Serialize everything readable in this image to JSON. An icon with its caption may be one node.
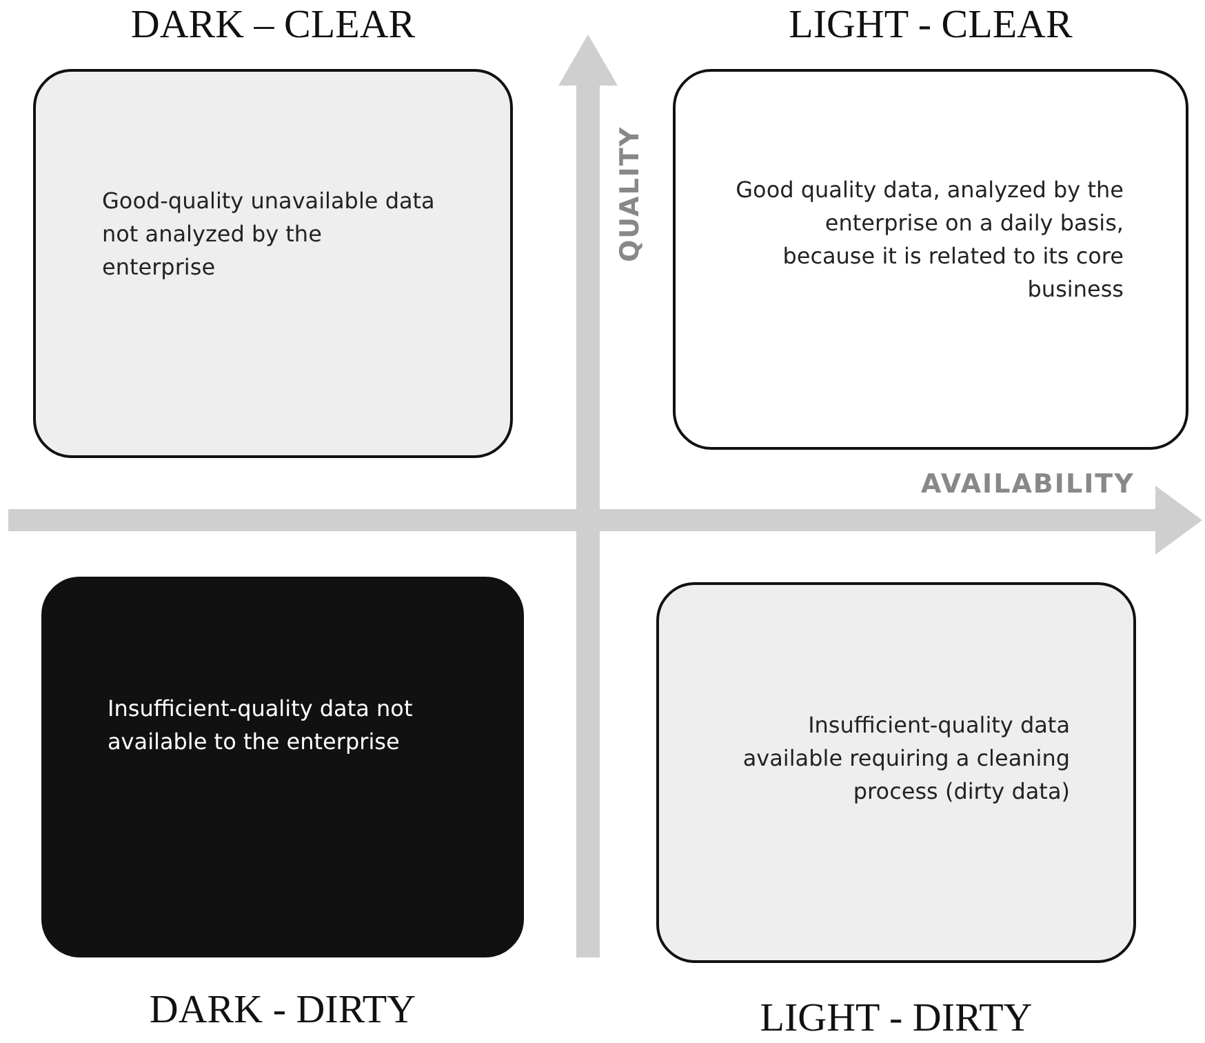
{
  "diagram": {
    "nodes": [
      {
        "text": [
          "DARK – CLEAR",
          "Good-quality unavailable data not analyzed by the enterprise"
        ]
      },
      {
        "text": [
          "LIGHT - CLEAR",
          "Good quality data, analyzed by the enterprise on a daily basis, because it is related to its core business"
        ]
      },
      {
        "text": [
          "Insufficient-quality data not available to the enterprise",
          "DARK - DIRTY"
        ]
      },
      {
        "text": [
          "Insufficient-quality data available requiring a cleaning process (dirty data)",
          "LIGHT - DIRTY"
        ]
      }
    ],
    "labels": [
      "QUALITY",
      "AVAILABILITY"
    ]
  }
}
